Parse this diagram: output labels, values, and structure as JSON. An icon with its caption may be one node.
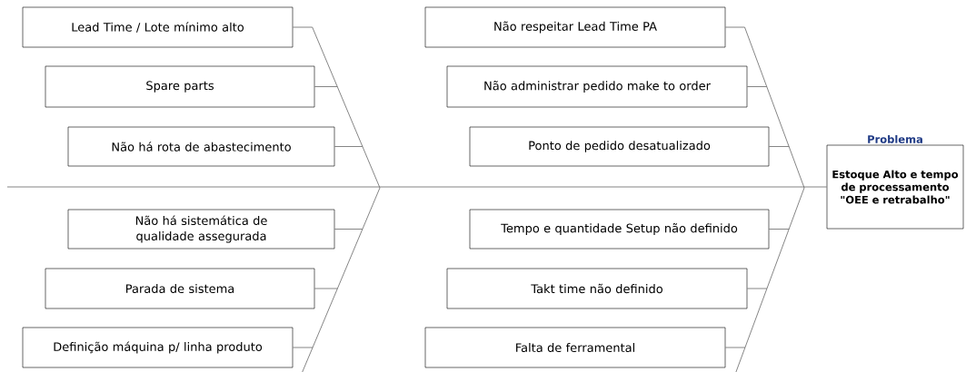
{
  "diagram": {
    "nodes": [
      {
        "text": [
          "Lead Time / Lote mínimo alto"
        ]
      },
      {
        "text": [
          "Spare parts"
        ]
      },
      {
        "text": [
          "Não há rota de abastecimento"
        ]
      },
      {
        "text": [
          "Não há sistemática de qualidade assegurada"
        ]
      },
      {
        "text": [
          "Parada de sistema"
        ]
      },
      {
        "text": [
          "Definição máquina p/ linha produto"
        ]
      },
      {
        "text": [
          "Não respeitar Lead Time PA"
        ]
      },
      {
        "text": [
          "Não administrar pedido make to order"
        ]
      },
      {
        "text": [
          "Ponto de pedido desatualizado"
        ]
      },
      {
        "text": [
          "Tempo e quantidade Setup não definido"
        ]
      },
      {
        "text": [
          "Takt time não definido"
        ]
      },
      {
        "text": [
          "Falta de ferramental"
        ]
      },
      {
        "text": [
          "Problema",
          "Estoque Alto e tempo de processamento \"OEE e retrabalho\""
        ]
      }
    ],
    "edges": [
      {
        "from": 0,
        "to": null,
        "arrow": "none"
      },
      {
        "from": 1,
        "to": null,
        "arrow": "none"
      },
      {
        "from": 2,
        "to": null,
        "arrow": "none"
      },
      {
        "from": 3,
        "to": null,
        "arrow": "none"
      },
      {
        "from": 4,
        "to": null,
        "arrow": "none"
      },
      {
        "from": 5,
        "to": null,
        "arrow": "none"
      },
      {
        "from": 6,
        "to": null,
        "arrow": "none"
      },
      {
        "from": 7,
        "to": null,
        "arrow": "none"
      },
      {
        "from": 8,
        "to": null,
        "arrow": "none"
      },
      {
        "from": 9,
        "to": null,
        "arrow": "none"
      },
      {
        "from": 10,
        "to": null,
        "arrow": "none"
      },
      {
        "from": 11,
        "to": null,
        "arrow": "none"
      },
      {
        "from": null,
        "to": 12,
        "arrow": "none"
      }
    ]
  }
}
